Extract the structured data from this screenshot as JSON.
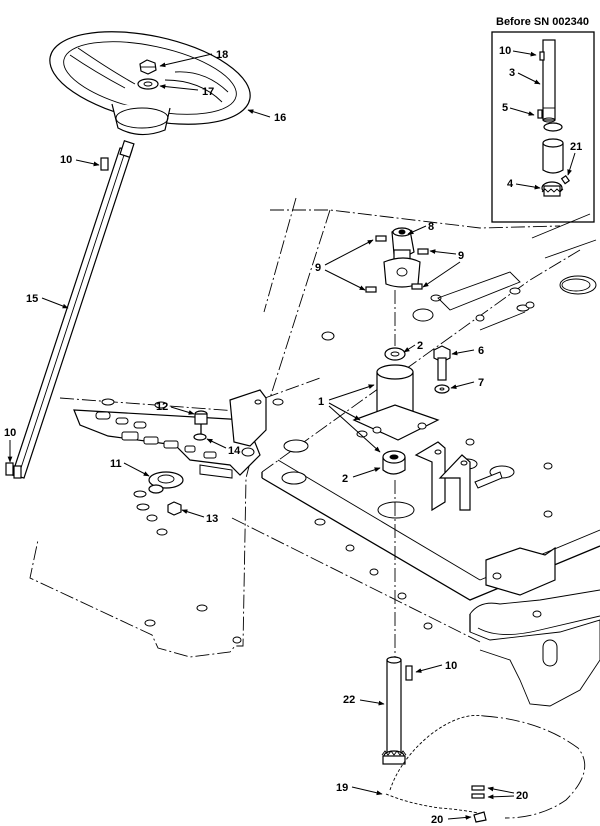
{
  "inset": {
    "title": "Before SN 002340",
    "callouts": [
      "10",
      "3",
      "5",
      "21",
      "4"
    ]
  },
  "callouts": {
    "c1": "1",
    "c2a": "2",
    "c2b": "2",
    "c6": "6",
    "c7": "7",
    "c8": "8",
    "c9a": "9",
    "c9b": "9",
    "c10a": "10",
    "c10b": "10",
    "c10c": "10",
    "c11": "11",
    "c12": "12",
    "c13": "13",
    "c14": "14",
    "c15": "15",
    "c16": "16",
    "c17": "17",
    "c18": "18",
    "c19": "19",
    "c20a": "20",
    "c20b": "20",
    "c22": "22"
  }
}
